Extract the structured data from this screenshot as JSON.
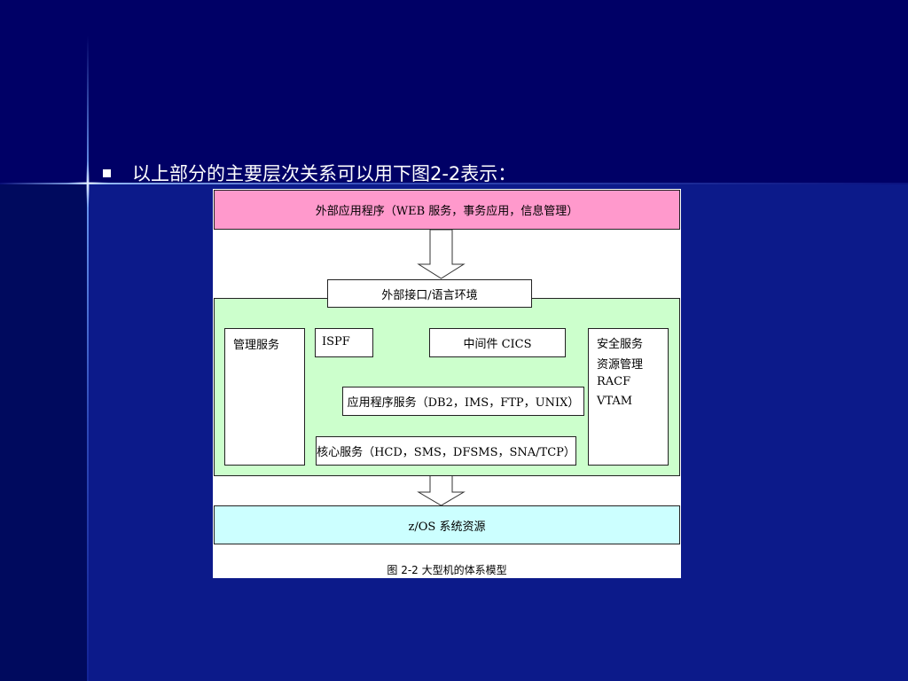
{
  "slide": {
    "heading": "以上部分的主要层次关系可以用下图2-2表示："
  },
  "diagram": {
    "top_layer": "外部应用程序（WEB 服务，事务应用，信息管理）",
    "interface": "外部接口/语言环境",
    "management": "管理服务",
    "ispf": "ISPF",
    "middleware": "中间件 CICS",
    "security_lines": [
      "安全服务",
      "资源管理",
      "RACF",
      "VTAM"
    ],
    "app_services": "应用程序服务（DB2，IMS，FTP，UNIX）",
    "core_services": "核心服务（HCD，SMS，DFSMS，SNA/TCP）",
    "system_resources": "z/OS 系统资源",
    "caption": "图 2-2  大型机的体系模型"
  },
  "colors": {
    "background": "#000066",
    "top_layer_fill": "#ff99cc",
    "middle_layer_fill": "#ccffcc",
    "bottom_layer_fill": "#ccffff"
  }
}
